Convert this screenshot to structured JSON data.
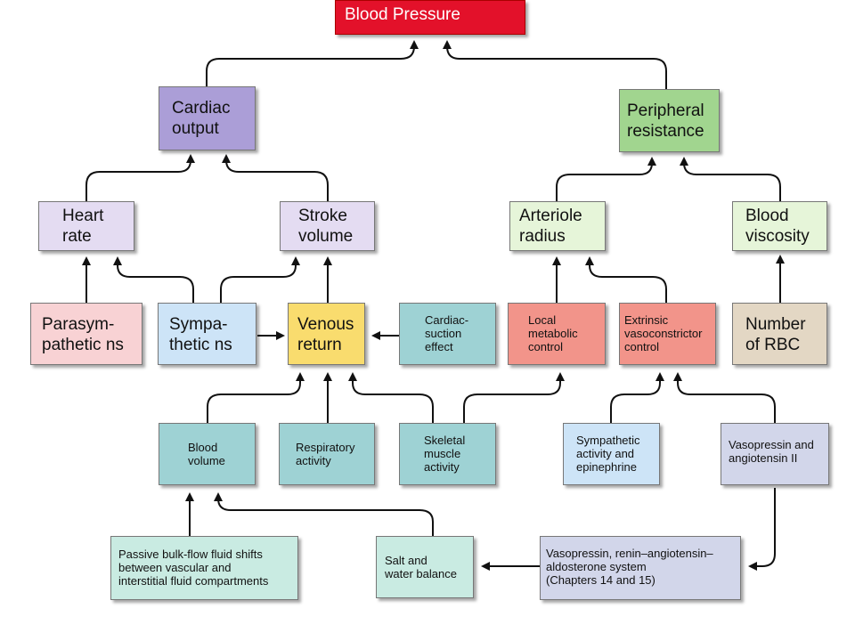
{
  "colors": {
    "title_red": "#e3112a",
    "cardiac_purple": "#ab9ed7",
    "lavender": "#e4dcf2",
    "peripheral_green": "#a1d58f",
    "light_green": "#e6f5d9",
    "pink": "#f8d2d4",
    "light_blue": "#cde4f7",
    "yellow": "#f9dc6e",
    "teal": "#9ed2d4",
    "salmon": "#f2948a",
    "tan": "#e3d7c4",
    "slate": "#d2d6ea",
    "arrow": "#111111"
  },
  "nodes": {
    "blood_pressure": "Blood Pressure",
    "cardiac_output": "Cardiac\noutput",
    "peripheral_resistance": "Peripheral\nresistance",
    "heart_rate": "Heart\nrate",
    "stroke_volume": "Stroke\nvolume",
    "arteriole_radius": "Arteriole\nradius",
    "blood_viscosity": "Blood\nviscosity",
    "parasympathetic_ns": "Parasym-\npathetic ns",
    "sympathetic_ns": "Sympa-\nthetic ns",
    "venous_return": "Venous\nreturn",
    "cardiac_suction": "Cardiac-\nsuction\neffect",
    "local_metabolic": "Local\nmetabolic\ncontrol",
    "extrinsic_vasoconstrictor": "Extrinsic\nvasoconstrictor\ncontrol",
    "number_rbc": "Number\nof RBC",
    "blood_volume": "Blood\nvolume",
    "respiratory_activity": "Respiratory\nactivity",
    "skeletal_muscle": "Skeletal\nmuscle\nactivity",
    "sympathetic_epinephrine": "Sympathetic\nactivity and\nepinephrine",
    "vasopressin_angiotensin": "Vasopressin and\nangiotensin II",
    "passive_bulk_flow": "Passive bulk-flow fluid shifts\nbetween vascular and\ninterstitial fluid compartments",
    "salt_water": "Salt and\nwater balance",
    "raas": "Vasopressin, renin–angiotensin–\naldosterone system\n(Chapters 14 and 15)"
  }
}
